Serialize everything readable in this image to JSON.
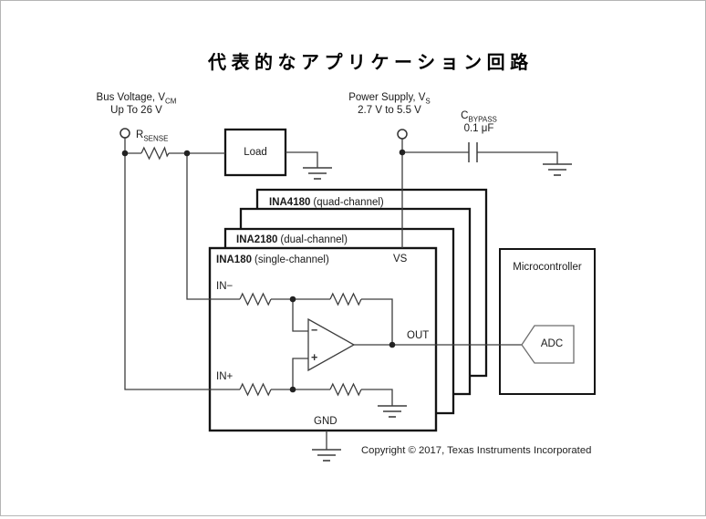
{
  "figure": {
    "title": "代表的なアプリケーション回路",
    "copyright": "Copyright © 2017, Texas Instruments Incorporated"
  },
  "sources": {
    "bus_voltage": {
      "name": "Bus Voltage, V",
      "name_sub": "CM",
      "range": "Up To 26 V"
    },
    "power_supply": {
      "name": "Power Supply, V",
      "name_sub": "S",
      "range": "2.7 V to 5.5 V"
    }
  },
  "components": {
    "rsense": {
      "ref": "R",
      "ref_sub": "SENSE"
    },
    "cbypass": {
      "ref": "C",
      "ref_sub": "BYPASS",
      "value": "0.1 μF"
    },
    "load": "Load",
    "microcontroller": "Microcontroller",
    "adc": "ADC"
  },
  "devices": {
    "ina4180": {
      "part": "INA4180",
      "channels": "(quad-channel)"
    },
    "ina2180": {
      "part": "INA2180",
      "channels": "(dual-channel)"
    },
    "ina180": {
      "part": "INA180",
      "channels": "(single-channel)"
    }
  },
  "pins": {
    "vs": "VS",
    "in_minus": "IN−",
    "in_plus": "IN+",
    "out": "OUT",
    "gnd": "GND"
  },
  "opamp": {
    "inverting": "−",
    "noninverting": "+"
  },
  "colors": {
    "wire": "#3d3d3d",
    "box_border": "#141414",
    "background": "#ffffff"
  }
}
